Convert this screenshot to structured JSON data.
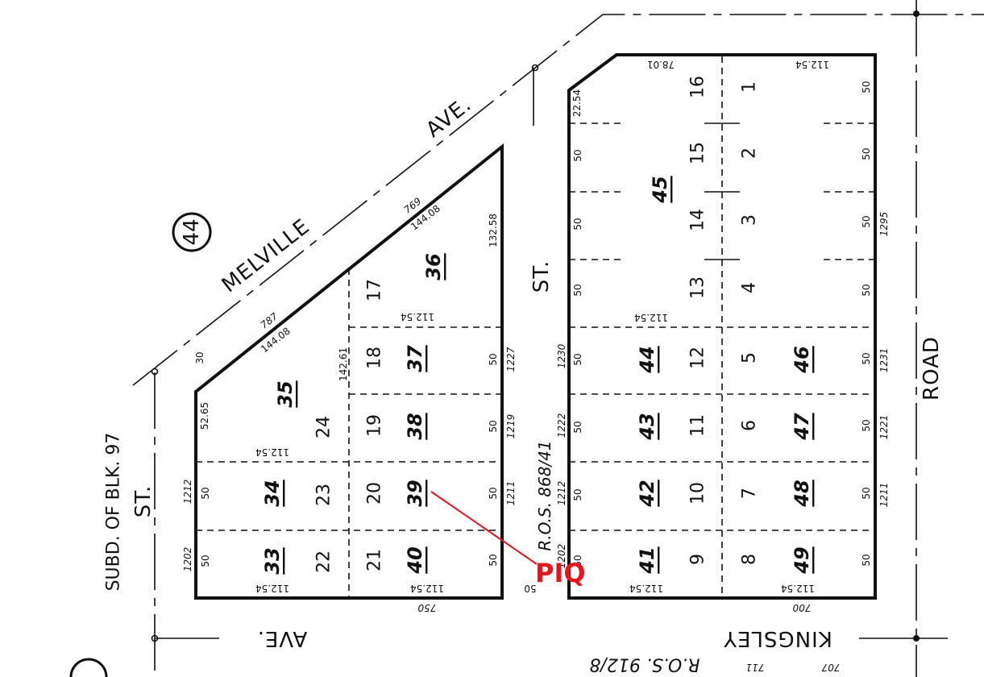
{
  "page_number": "44",
  "streets": {
    "melville": "MELVILLE",
    "ave_top": "AVE.",
    "st_middle": "ST.",
    "st_left": "ST.",
    "subd": "SUBD. OF BLK. 97",
    "road": "ROAD",
    "kingsley": "KINGSLEY",
    "ave_bottom": "AVE.",
    "ros_middle": "R.O.S. 868/41",
    "ros_bottom": "R.O.S. 912/8"
  },
  "parcels": {
    "p33": "33",
    "p34": "34",
    "p35": "35",
    "p36": "36",
    "p37": "37",
    "p38": "38",
    "p39": "39",
    "p40": "40",
    "p41": "41",
    "p42": "42",
    "p43": "43",
    "p44": "44",
    "p45": "45",
    "p46": "46",
    "p47": "47",
    "p48": "48",
    "p49": "49"
  },
  "lots": {
    "l1": "1",
    "l2": "2",
    "l3": "3",
    "l4": "4",
    "l5": "5",
    "l6": "6",
    "l7": "7",
    "l8": "8",
    "l9": "9",
    "l10": "10",
    "l11": "11",
    "l12": "12",
    "l13": "13",
    "l14": "14",
    "l15": "15",
    "l16": "16",
    "l17": "17",
    "l18": "18",
    "l19": "19",
    "l20": "20",
    "l21": "21",
    "l22": "22",
    "l23": "23",
    "l24": "24"
  },
  "dims": {
    "d78": "78.01",
    "d11254": "112.54",
    "d50": "50",
    "d2254": "22.54",
    "d13258": "132.58",
    "d14408": "144.08",
    "d14261": "142.61",
    "d5265": "52.65",
    "d769": "769",
    "d787": "787",
    "d30": "30",
    "d1295": "1295",
    "d1227": "1227",
    "d1230": "1230",
    "d1231": "1231",
    "d1219": "1219",
    "d1222": "1222",
    "d1221": "1221",
    "d1212": "1212",
    "d1211": "1211",
    "d1202": "1202",
    "d750": "750",
    "d700": "700",
    "d711": "711",
    "d707": "707",
    "d50b": "50"
  },
  "subject": {
    "label": "PIQ",
    "color": "#e8141c"
  }
}
